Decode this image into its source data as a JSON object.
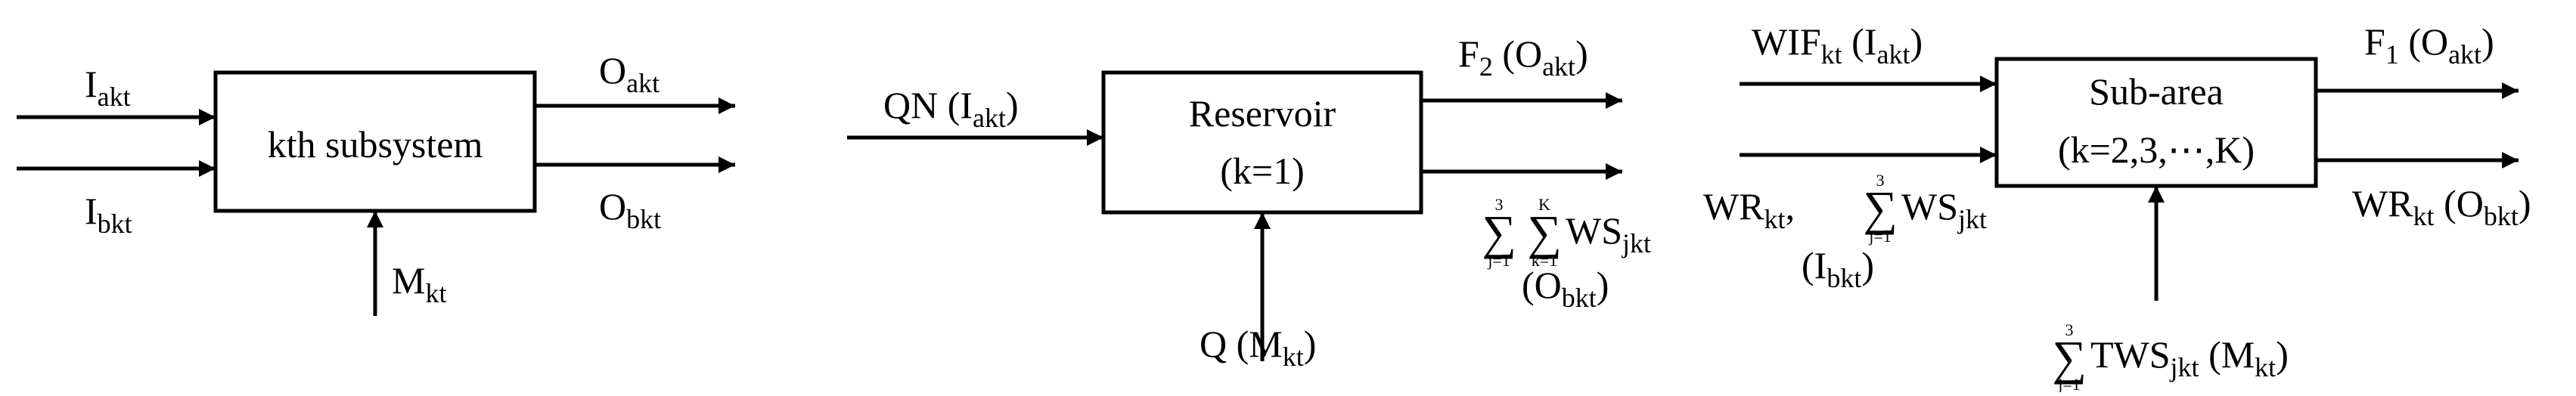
{
  "colors": {
    "stroke": "#000000",
    "background": "#ffffff"
  },
  "block1": {
    "box_label": "kth subsystem",
    "input_a": {
      "main": "I",
      "sub": "akt"
    },
    "input_b": {
      "main": "I",
      "sub": "bkt"
    },
    "output_a": {
      "main": "O",
      "sub": "akt"
    },
    "output_b": {
      "main": "O",
      "sub": "bkt"
    },
    "control": {
      "main": "M",
      "sub": "kt"
    }
  },
  "block2": {
    "box_line1": "Reservoir",
    "box_line2": "(k=1)",
    "input_a": {
      "pre": "QN (",
      "main": "I",
      "sub": "akt",
      "post": ")"
    },
    "output_a": {
      "main": "F",
      "sub": "2",
      "paren_main": " (O",
      "paren_sub": "akt",
      "post": ")"
    },
    "output_b": {
      "sum1": {
        "symbol": "∑",
        "upper": "3",
        "lower": "j=1"
      },
      "sum2": {
        "symbol": "∑",
        "upper": "K",
        "lower": "k=1"
      },
      "main": "WS",
      "sub": "jkt",
      "paren_main": "(O",
      "paren_sub": "bkt",
      "post": ")"
    },
    "control": {
      "pre": "Q (",
      "main": "M",
      "sub": "kt",
      "post": ")"
    }
  },
  "block3": {
    "box_line1": "Sub-area",
    "box_line2": "(k=2,3,⋯,K)",
    "input_a": {
      "main": "WIF",
      "sub": "kt",
      "paren_main": " (I",
      "paren_sub": "akt",
      "post": ")"
    },
    "input_b": {
      "main": "WR",
      "sub": "kt",
      "comma": ",",
      "sum": {
        "symbol": "∑",
        "upper": "3",
        "lower": "j=1"
      },
      "main2": "WS",
      "sub2": "jkt",
      "paren_main": "(I",
      "paren_sub": "bkt",
      "post": ")"
    },
    "output_a": {
      "main": "F",
      "sub": "1",
      "paren_main": " (O",
      "paren_sub": "akt",
      "post": ")"
    },
    "output_b": {
      "main": "WR",
      "sub": "kt",
      "paren_main": " (O",
      "paren_sub": "bkt",
      "post": ")"
    },
    "control": {
      "sum": {
        "symbol": "∑",
        "upper": "3",
        "lower": "j=1"
      },
      "main": "TWS",
      "sub": "jkt",
      "paren_main": " (M",
      "paren_sub": "kt",
      "post": ")"
    }
  }
}
